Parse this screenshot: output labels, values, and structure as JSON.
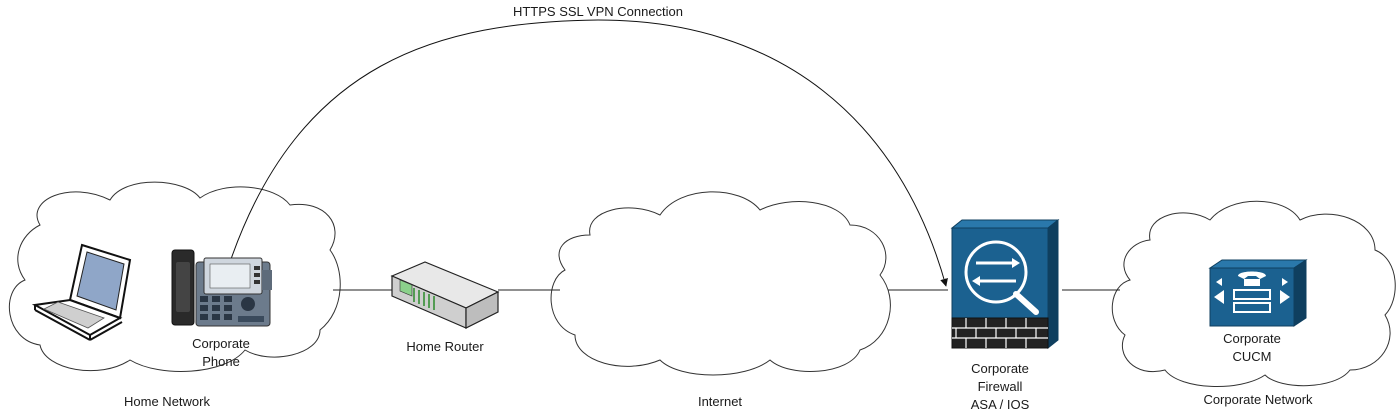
{
  "vpn_label": "HTTPS SSL VPN Connection",
  "home_network_label": "Home Network",
  "internet_label": "Internet",
  "corporate_network_label": "Corporate Network",
  "phone_label": [
    "Corporate",
    "Phone"
  ],
  "router_label": "Home Router",
  "firewall_label": [
    "Corporate",
    "Firewall",
    "ASA / IOS"
  ],
  "cucm_label": [
    "Corporate",
    "CUCM"
  ],
  "colors": {
    "cisco_blue": "#1b6190",
    "cisco_dark": "#0f3f5f",
    "line": "#222222"
  }
}
